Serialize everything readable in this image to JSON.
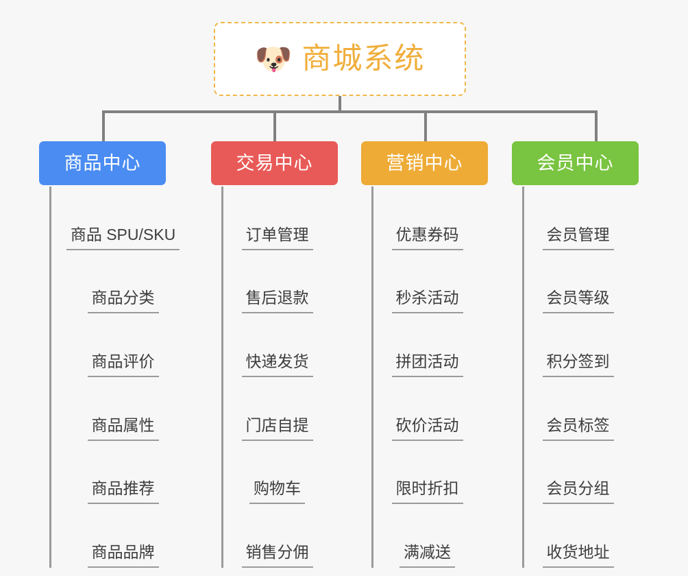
{
  "diagram": {
    "type": "org-chart",
    "background": "#f7f7f7",
    "root": {
      "title": "商城系统",
      "icon": "dog-face-icon",
      "icon_glyph": "🐶",
      "border_color": "#f0b849",
      "text_color": "#f0ae3c",
      "border_style": "dashed"
    },
    "connector_color": "#808080",
    "columns": [
      {
        "label": "商品中心",
        "color": "#4a8cf2",
        "items": [
          "商品 SPU/SKU",
          "商品分类",
          "商品评价",
          "商品属性",
          "商品推荐",
          "商品品牌"
        ]
      },
      {
        "label": "交易中心",
        "color": "#e85a57",
        "items": [
          "订单管理",
          "售后退款",
          "快递发货",
          "门店自提",
          "购物车",
          "销售分佣"
        ]
      },
      {
        "label": "营销中心",
        "color": "#eeab36",
        "items": [
          "优惠券码",
          "秒杀活动",
          "拼团活动",
          "砍价活动",
          "限时折扣",
          "满减送"
        ]
      },
      {
        "label": "会员中心",
        "color": "#79c440",
        "items": [
          "会员管理",
          "会员等级",
          "积分签到",
          "会员标签",
          "会员分组",
          "收货地址"
        ]
      }
    ]
  }
}
